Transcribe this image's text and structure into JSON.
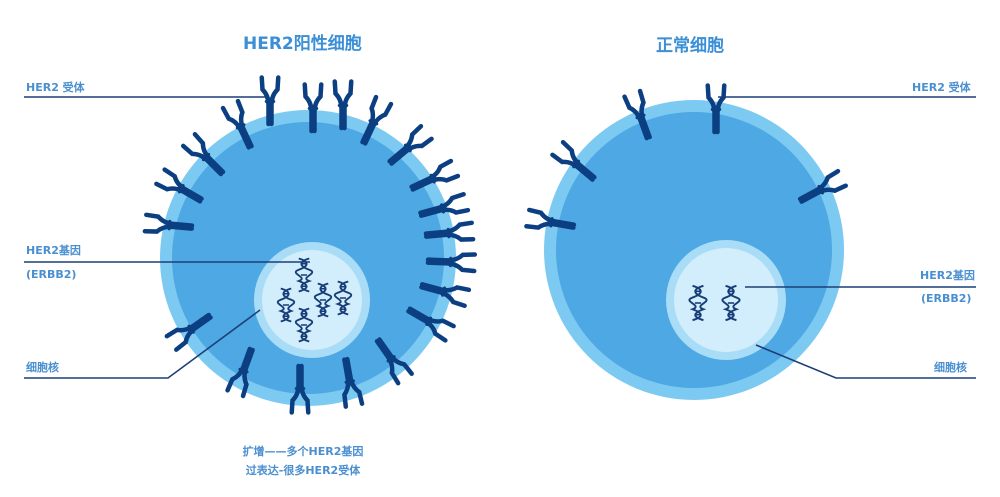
{
  "positive_cell": {
    "title": "HER2阳性细胞",
    "receptor_label": "HER2 受体",
    "gene_label": "HER2基因",
    "gene_alias": "(ERBB2)",
    "nucleus_label": "细胞核",
    "caption_line1": "扩增——多个HER2基因",
    "caption_line2": "过表达-很多HER2受体"
  },
  "normal_cell": {
    "title": "正常细胞",
    "receptor_label": "HER2 受体",
    "gene_label": "HER2基因",
    "gene_alias": "(ERBB2)",
    "nucleus_label": "细胞核"
  },
  "colors": {
    "outer_membrane": "#7ccaf2",
    "cytoplasm": "#4da8e3",
    "nucleus_rim": "#a9dcf6",
    "nucleus_fill": "#d2edfb",
    "receptor": "#0c3f82",
    "dna": "#173d78",
    "leader_line": "#1c3f78",
    "label_text": "#4a8fd0"
  }
}
